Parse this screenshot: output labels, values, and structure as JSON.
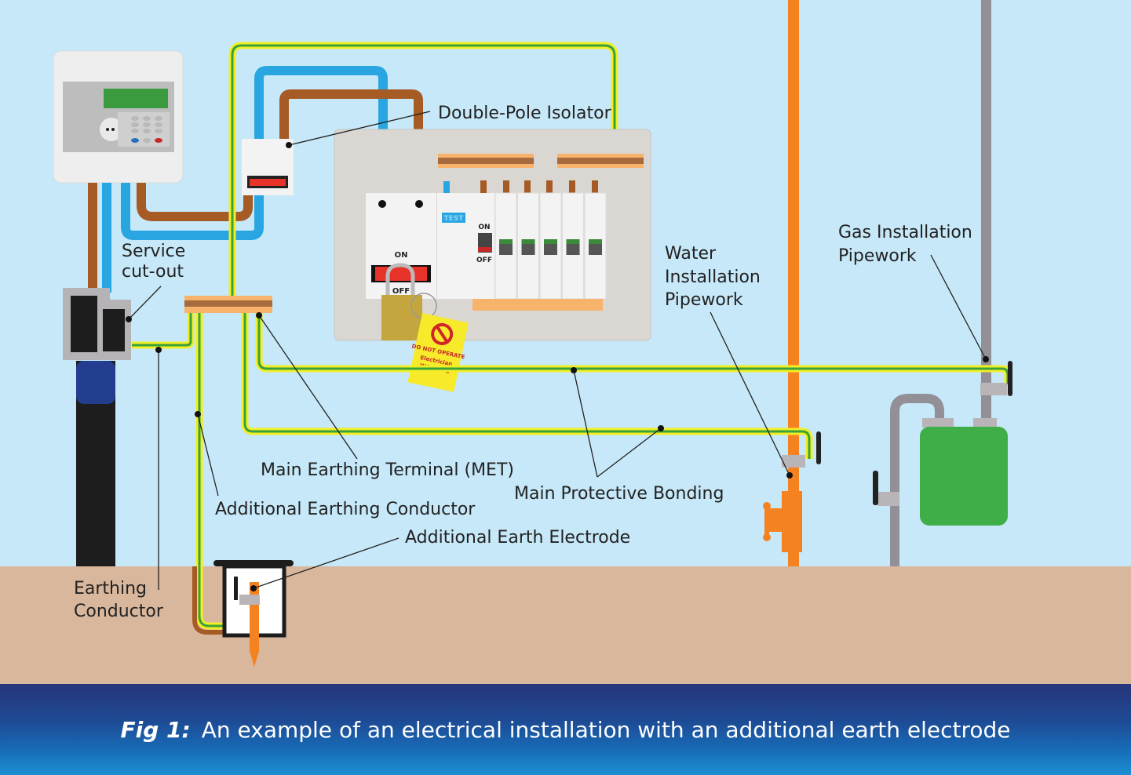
{
  "figure": {
    "caption_prefix": "Fig 1:",
    "caption_text": "An example of an electrical installation with an additional earth electrode"
  },
  "labels": {
    "double_pole_isolator": "Double-Pole Isolator",
    "service_cutout_1": "Service",
    "service_cutout_2": "cut-out",
    "water_1": "Water",
    "water_2": "Installation",
    "water_3": "Pipework",
    "gas_1": "Gas Installation",
    "gas_2": "Pipework",
    "met": "Main Earthing Terminal (MET)",
    "main_bonding": "Main Protective Bonding",
    "additional_conductor": "Additional Earthing Conductor",
    "additional_electrode": "Additional Earth Electrode",
    "earthing_1": "Earthing",
    "earthing_2": "Conductor"
  },
  "consumer_unit": {
    "rcd_test": "TEST",
    "switch_on": "ON",
    "switch_off": "OFF",
    "rcd_on": "ON",
    "rcd_off": "OFF",
    "rcd_state": "I-ON",
    "mcb_state": "O-OFF",
    "mcb_count": 5
  },
  "lockout_tag": {
    "line1": "DO NOT OPERATE",
    "line2": "Electrician",
    "line3": "WORKING"
  },
  "colors": {
    "background": "#c6e8f8",
    "ground": "#d9b79c",
    "live_brown": "#a65a24",
    "neutral_blue": "#29a6e2",
    "earth_green": "#3aa23a",
    "earth_yellow": "#f2ee26",
    "water_pipe": "#f58220",
    "gas_pipe": "#938f96",
    "gas_meter": "#3fae49",
    "caption_bar": "#1e4a94"
  }
}
